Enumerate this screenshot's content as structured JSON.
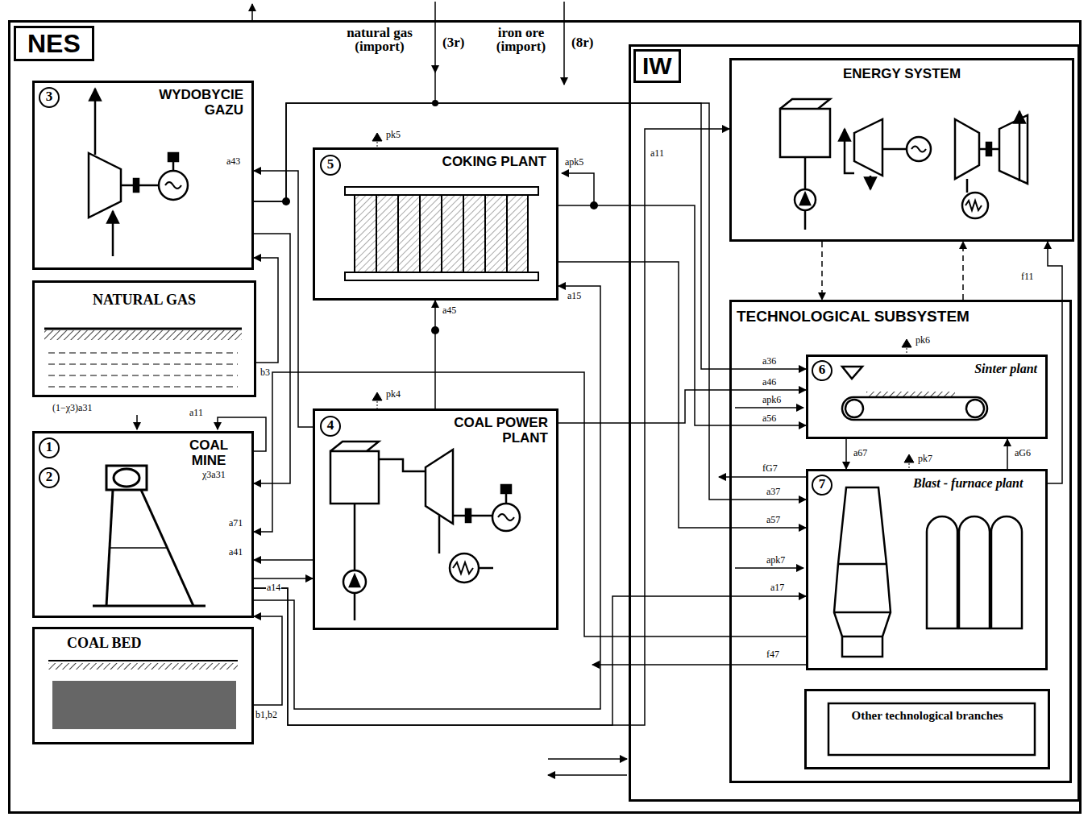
{
  "diagram": {
    "nodes": [
      {
        "text": [
          "NES"
        ]
      },
      {
        "text": [
          "3",
          "WYDOBYCIE GAZU"
        ],
        "in": 0
      },
      {
        "text": [
          "NATURAL GAS"
        ],
        "in": 0
      },
      {
        "text": [
          "1",
          "2",
          "COAL MINE"
        ],
        "in": 0
      },
      {
        "text": [
          "COAL BED"
        ],
        "in": 0
      },
      {
        "text": [
          "5",
          "COKING PLANT"
        ],
        "in": 0
      },
      {
        "text": [
          "4",
          "COAL POWER PLANT"
        ],
        "in": 0
      },
      {
        "text": [
          "IW"
        ],
        "in": 0
      },
      {
        "text": [
          "ENERGY SYSTEM"
        ],
        "in": 7
      },
      {
        "text": [
          "TECHNOLOGICAL SUBSYSTEM"
        ],
        "in": 7
      },
      {
        "text": [
          "6",
          "Sinter plant"
        ],
        "in": 9
      },
      {
        "text": [
          "7",
          "Blast - furnace plant"
        ],
        "in": 9
      },
      {
        "text": [
          "Other technological branches"
        ],
        "in": 9
      }
    ],
    "edges": [
      {
        "from": 2,
        "to": 1,
        "label": "b3",
        "arrow": "to"
      },
      {
        "from": 4,
        "to": 3,
        "label": "b1,b2",
        "arrow": "to"
      },
      {
        "from": 1,
        "to": 3,
        "label": "χ3a31",
        "arrow": "to"
      },
      {
        "from": 6,
        "to": 1,
        "label": "a43",
        "arrow": "to"
      },
      {
        "from": 6,
        "to": 5,
        "label": "a45",
        "arrow": "to"
      },
      {
        "from": 6,
        "to": 3,
        "label": "a41",
        "arrow": "to"
      },
      {
        "from": 3,
        "to": 6,
        "label": "a14",
        "arrow": "to"
      },
      {
        "from": 3,
        "to": 5,
        "label": "a15",
        "arrow": "to"
      },
      {
        "from": 3,
        "to": 11,
        "label": "a17",
        "arrow": "to"
      },
      {
        "from": 11,
        "to": 3,
        "label": "a71",
        "arrow": "to"
      },
      {
        "from": 1,
        "to": 11,
        "label": "a37",
        "arrow": "to"
      },
      {
        "from": 1,
        "to": 10,
        "label": "a36",
        "arrow": "to"
      },
      {
        "from": 6,
        "to": 10,
        "label": "a46",
        "arrow": "to"
      },
      {
        "from": 5,
        "to": 10,
        "label": "a56",
        "arrow": "to"
      },
      {
        "from": 5,
        "to": 11,
        "label": "a57",
        "arrow": "to"
      },
      {
        "from": 10,
        "to": 11,
        "label": "a67",
        "arrow": "to"
      },
      {
        "from": 11,
        "to": 10,
        "label": "aG6",
        "arrow": "to"
      },
      {
        "from": 11,
        "to": 8,
        "label": "f11",
        "arrow": "to"
      },
      {
        "from": 8,
        "to": 9,
        "arrow": "to"
      },
      {
        "from": 9,
        "to": 8,
        "arrow": "to"
      },
      {
        "from": 3,
        "to": 8,
        "label": "a11",
        "arrow": "to"
      }
    ],
    "labels": [
      "natural gas (import)",
      "(3r)",
      "iron ore (import)",
      "(8r)",
      "(1−χ3)a31",
      "a11",
      "pk5",
      "pk4",
      "pk6",
      "pk7",
      "apk5",
      "apk6",
      "apk7",
      "fG7",
      "f47"
    ]
  }
}
